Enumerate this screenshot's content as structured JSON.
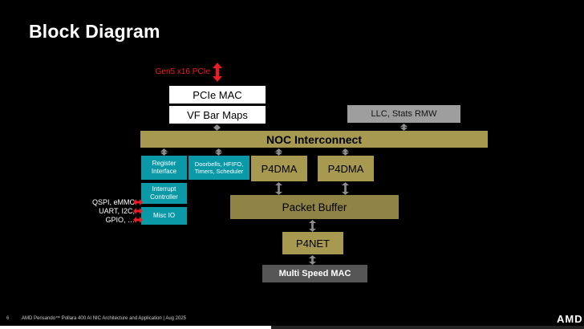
{
  "title": "Block Diagram",
  "pcie": {
    "label": "Gen5 x16 PCIe"
  },
  "boxes": {
    "pcie_mac": "PCIe MAC",
    "vf_bar_maps": "VF Bar Maps",
    "llc_stats_rmw": "LLC, Stats RMW",
    "noc_interconnect": "NOC Interconnect",
    "register_interface": "Register Interface",
    "doorbells": "Doorbells, HFIFO, Timers, Scheduler",
    "p4dma_left": "P4DMA",
    "p4dma_right": "P4DMA",
    "interrupt_controller": "Interrupt Controller",
    "misc_io": "Misc IO",
    "packet_buffer": "Packet Buffer",
    "p4net": "P4NET",
    "multi_speed_mac": "Multi Speed MAC"
  },
  "io_labels": {
    "line1": "QSPI, eMMC",
    "line2": "UART, I2C,",
    "line3": "GPIO, …"
  },
  "footer": {
    "page": "6",
    "text": "AMD Pensando™ Pollara 400 AI NIC Architecture and Application  |  Aug 2025",
    "logo": "AMD"
  },
  "colors": {
    "background": "#000000",
    "gold": "#A79A50",
    "gold_dark": "#8F8445",
    "teal": "#0B99A8",
    "gray_box": "#9E9E9E",
    "dark_gray_box": "#565656",
    "red": "#ED1C24",
    "connector_gray": "#8C8C8C"
  }
}
